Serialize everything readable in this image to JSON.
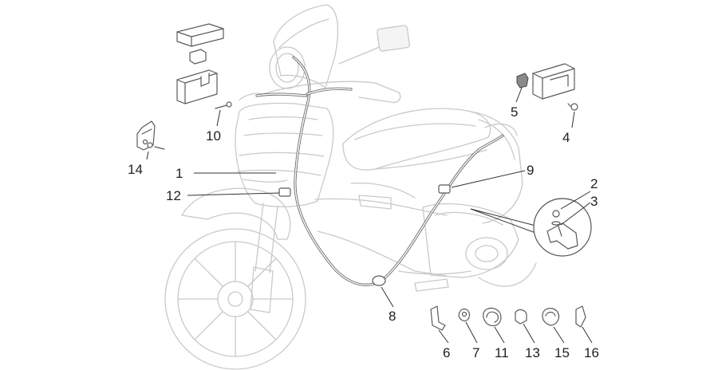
{
  "callouts": [
    {
      "id": "c1",
      "label": "1"
    },
    {
      "id": "c2",
      "label": "2"
    },
    {
      "id": "c3",
      "label": "3"
    },
    {
      "id": "c4",
      "label": "4"
    },
    {
      "id": "c5",
      "label": "5"
    },
    {
      "id": "c6",
      "label": "6"
    },
    {
      "id": "c7",
      "label": "7"
    },
    {
      "id": "c8",
      "label": "8"
    },
    {
      "id": "c9",
      "label": "9"
    },
    {
      "id": "c10",
      "label": "10"
    },
    {
      "id": "c11",
      "label": "11"
    },
    {
      "id": "c12",
      "label": "12"
    },
    {
      "id": "c13",
      "label": "13"
    },
    {
      "id": "c14",
      "label": "14"
    },
    {
      "id": "c15",
      "label": "15"
    },
    {
      "id": "c16",
      "label": "16"
    }
  ],
  "colors": {
    "background": "#ffffff",
    "ghost_outline": "#c9c9c9",
    "part_outline": "#5a5a5a",
    "text": "#222222"
  }
}
